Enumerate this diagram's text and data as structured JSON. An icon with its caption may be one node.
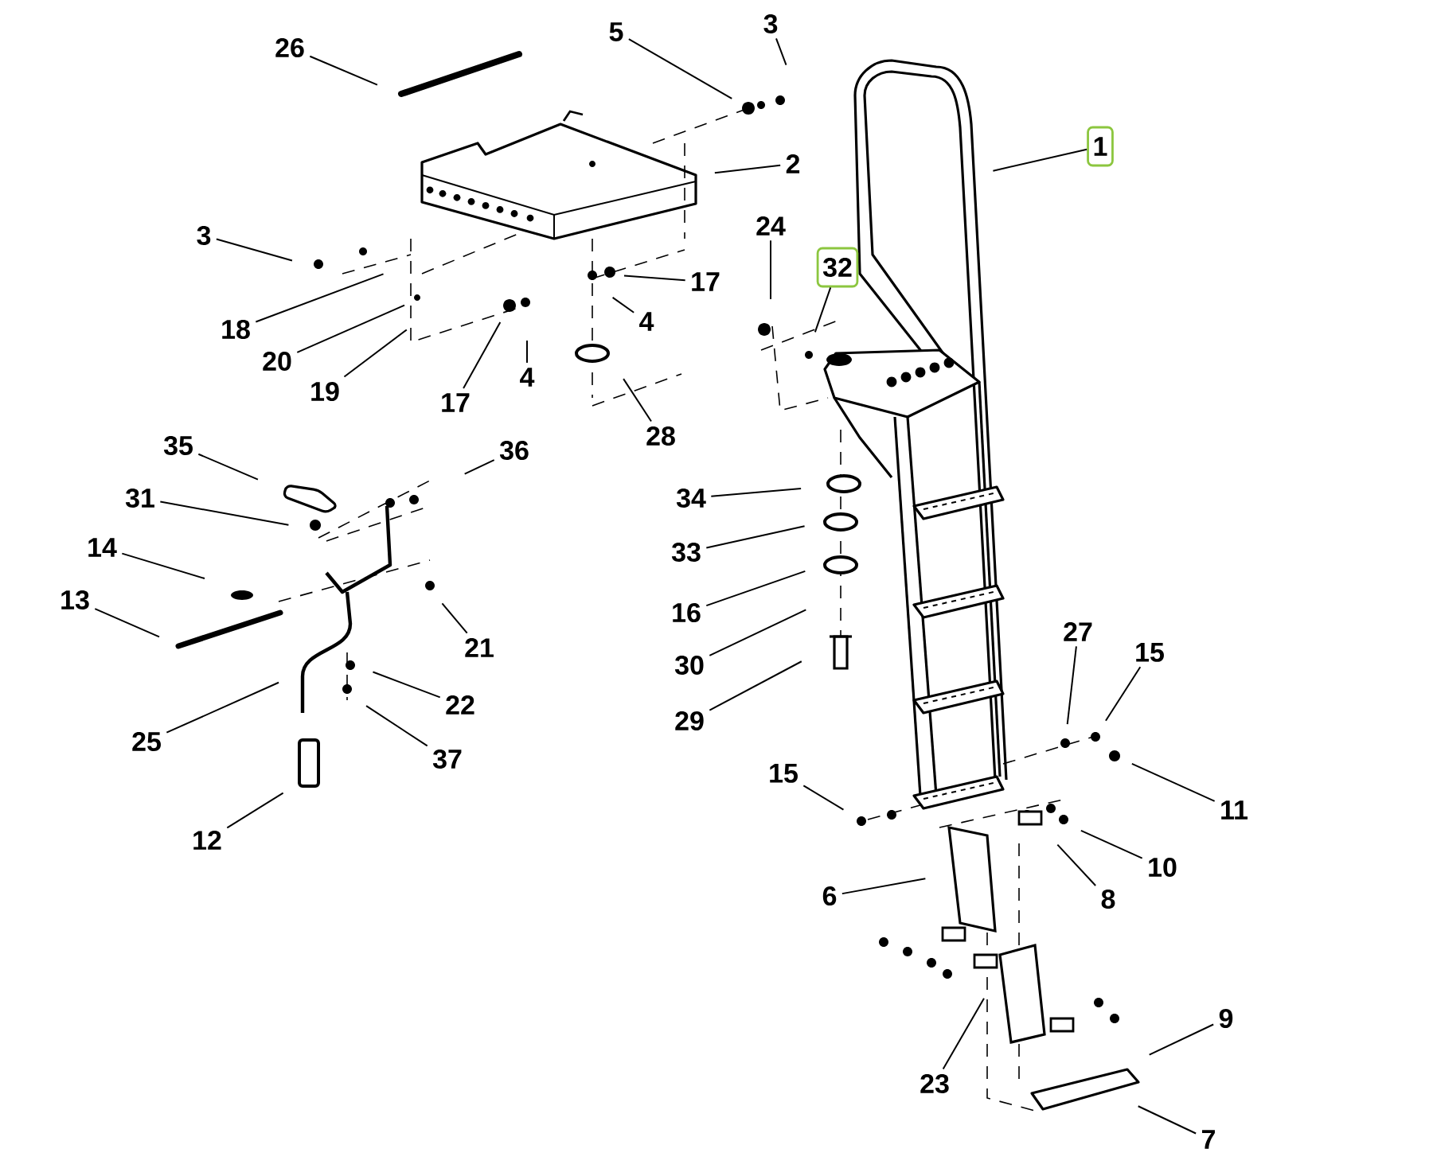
{
  "diagram": {
    "nodes": [
      {
        "text": [
          "1"
        ]
      },
      {
        "text": [
          "2"
        ]
      },
      {
        "text": [
          "3"
        ]
      },
      {
        "text": [
          "5"
        ]
      },
      {
        "text": [
          "26"
        ]
      },
      {
        "text": [
          "3"
        ]
      },
      {
        "text": [
          "18"
        ]
      },
      {
        "text": [
          "17"
        ]
      },
      {
        "text": [
          "4"
        ]
      },
      {
        "text": [
          "20"
        ]
      },
      {
        "text": [
          "19"
        ]
      },
      {
        "text": [
          "17"
        ]
      },
      {
        "text": [
          "4"
        ]
      },
      {
        "text": [
          "28"
        ]
      },
      {
        "text": [
          "24"
        ]
      },
      {
        "text": [
          "32"
        ]
      },
      {
        "text": [
          "35"
        ]
      },
      {
        "text": [
          "31"
        ]
      },
      {
        "text": [
          "36"
        ]
      },
      {
        "text": [
          "14"
        ]
      },
      {
        "text": [
          "13"
        ]
      },
      {
        "text": [
          "21"
        ]
      },
      {
        "text": [
          "25"
        ]
      },
      {
        "text": [
          "22"
        ]
      },
      {
        "text": [
          "37"
        ]
      },
      {
        "text": [
          "12"
        ]
      },
      {
        "text": [
          "34"
        ]
      },
      {
        "text": [
          "33"
        ]
      },
      {
        "text": [
          "16"
        ]
      },
      {
        "text": [
          "30"
        ]
      },
      {
        "text": [
          "29"
        ]
      },
      {
        "text": [
          "27"
        ]
      },
      {
        "text": [
          "15"
        ]
      },
      {
        "text": [
          "11"
        ]
      },
      {
        "text": [
          "15"
        ]
      },
      {
        "text": [
          "10"
        ]
      },
      {
        "text": [
          "8"
        ]
      },
      {
        "text": [
          "6"
        ]
      },
      {
        "text": [
          "23"
        ]
      },
      {
        "text": [
          "9"
        ]
      },
      {
        "text": [
          "7"
        ]
      }
    ],
    "edges": [
      {
        "from": 0,
        "to": null,
        "arrow": "none"
      },
      {
        "from": 1,
        "to": null,
        "arrow": "none"
      },
      {
        "from": 2,
        "to": null,
        "arrow": "none"
      },
      {
        "from": 3,
        "to": null,
        "arrow": "none"
      },
      {
        "from": 4,
        "to": null,
        "arrow": "none"
      },
      {
        "from": 5,
        "to": null,
        "arrow": "none"
      },
      {
        "from": 6,
        "to": null,
        "arrow": "none"
      },
      {
        "from": 7,
        "to": null,
        "arrow": "none"
      },
      {
        "from": 8,
        "to": null,
        "arrow": "none"
      },
      {
        "from": 9,
        "to": null,
        "arrow": "none"
      },
      {
        "from": 10,
        "to": null,
        "arrow": "none"
      },
      {
        "from": 11,
        "to": null,
        "arrow": "none"
      },
      {
        "from": 12,
        "to": null,
        "arrow": "none"
      },
      {
        "from": 13,
        "to": null,
        "arrow": "none"
      },
      {
        "from": 14,
        "to": null,
        "arrow": "none"
      },
      {
        "from": 15,
        "to": null,
        "arrow": "none"
      },
      {
        "from": 16,
        "to": null,
        "arrow": "none"
      },
      {
        "from": 17,
        "to": null,
        "arrow": "none"
      },
      {
        "from": 18,
        "to": null,
        "arrow": "none"
      },
      {
        "from": 19,
        "to": null,
        "arrow": "none"
      },
      {
        "from": 20,
        "to": null,
        "arrow": "none"
      },
      {
        "from": 21,
        "to": null,
        "arrow": "none"
      },
      {
        "from": 22,
        "to": null,
        "arrow": "none"
      },
      {
        "from": 23,
        "to": null,
        "arrow": "none"
      },
      {
        "from": 24,
        "to": null,
        "arrow": "none"
      },
      {
        "from": 25,
        "to": null,
        "arrow": "none"
      },
      {
        "from": 26,
        "to": null,
        "arrow": "none"
      },
      {
        "from": 27,
        "to": null,
        "arrow": "none"
      },
      {
        "from": 28,
        "to": null,
        "arrow": "none"
      },
      {
        "from": 29,
        "to": null,
        "arrow": "none"
      },
      {
        "from": 30,
        "to": null,
        "arrow": "none"
      },
      {
        "from": 31,
        "to": null,
        "arrow": "none"
      },
      {
        "from": 32,
        "to": null,
        "arrow": "none"
      },
      {
        "from": 33,
        "to": null,
        "arrow": "none"
      },
      {
        "from": 34,
        "to": null,
        "arrow": "none"
      },
      {
        "from": 35,
        "to": null,
        "arrow": "none"
      },
      {
        "from": 36,
        "to": null,
        "arrow": "none"
      },
      {
        "from": 37,
        "to": null,
        "arrow": "none"
      },
      {
        "from": 38,
        "to": null,
        "arrow": "none"
      },
      {
        "from": 39,
        "to": null,
        "arrow": "none"
      },
      {
        "from": 40,
        "to": null,
        "arrow": "none"
      }
    ]
  }
}
